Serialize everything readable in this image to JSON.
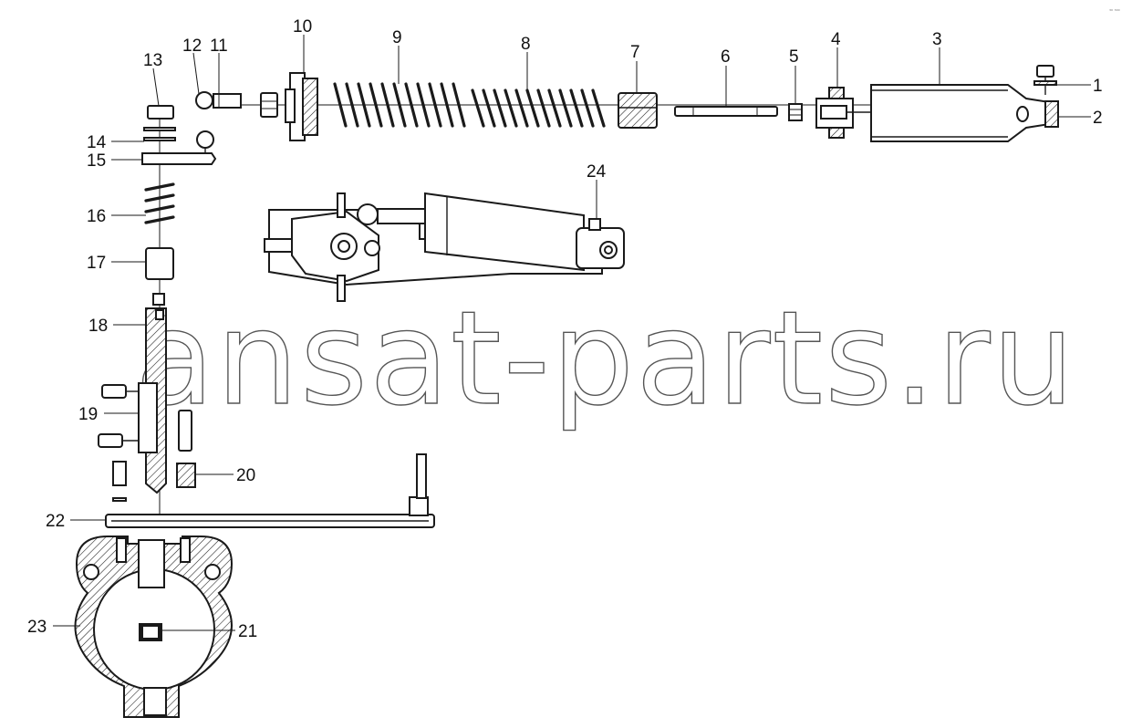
{
  "diagram": {
    "watermark": "ansat-parts.ru",
    "corner_mark": "₃₀ ₃₀₀",
    "callouts": [
      {
        "id": "1",
        "label": "1"
      },
      {
        "id": "2",
        "label": "2"
      },
      {
        "id": "3",
        "label": "3"
      },
      {
        "id": "4",
        "label": "4"
      },
      {
        "id": "5",
        "label": "5"
      },
      {
        "id": "6",
        "label": "6"
      },
      {
        "id": "7",
        "label": "7"
      },
      {
        "id": "8",
        "label": "8"
      },
      {
        "id": "9",
        "label": "9"
      },
      {
        "id": "10",
        "label": "10"
      },
      {
        "id": "11",
        "label": "11"
      },
      {
        "id": "12",
        "label": "12"
      },
      {
        "id": "13",
        "label": "13"
      },
      {
        "id": "14",
        "label": "14"
      },
      {
        "id": "15",
        "label": "15"
      },
      {
        "id": "16",
        "label": "16"
      },
      {
        "id": "17",
        "label": "17"
      },
      {
        "id": "18",
        "label": "18"
      },
      {
        "id": "19",
        "label": "19"
      },
      {
        "id": "20",
        "label": "20"
      },
      {
        "id": "21",
        "label": "21"
      },
      {
        "id": "22",
        "label": "22"
      },
      {
        "id": "23",
        "label": "23"
      },
      {
        "id": "24",
        "label": "24"
      }
    ]
  }
}
